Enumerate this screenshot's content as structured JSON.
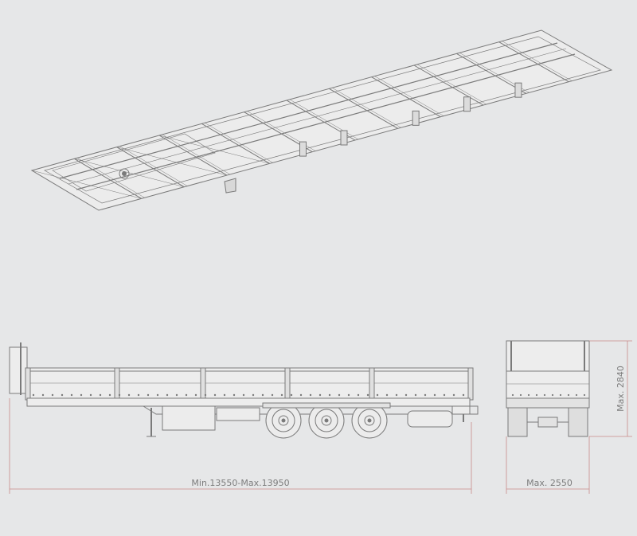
{
  "dimensions": {
    "length_label": "Min.13550-Max.13950",
    "width_label": "Max. 2550",
    "height_label": "Max. 2840"
  },
  "colors": {
    "background": "#e6e7e8",
    "line": "#7a7a7a",
    "dimension_line": "#c98a8a"
  },
  "views": {
    "top": {
      "beam_count": 12
    },
    "side": {
      "axle_count": 3,
      "side_panels": 5
    },
    "rear": {
      "posts": 2
    }
  }
}
